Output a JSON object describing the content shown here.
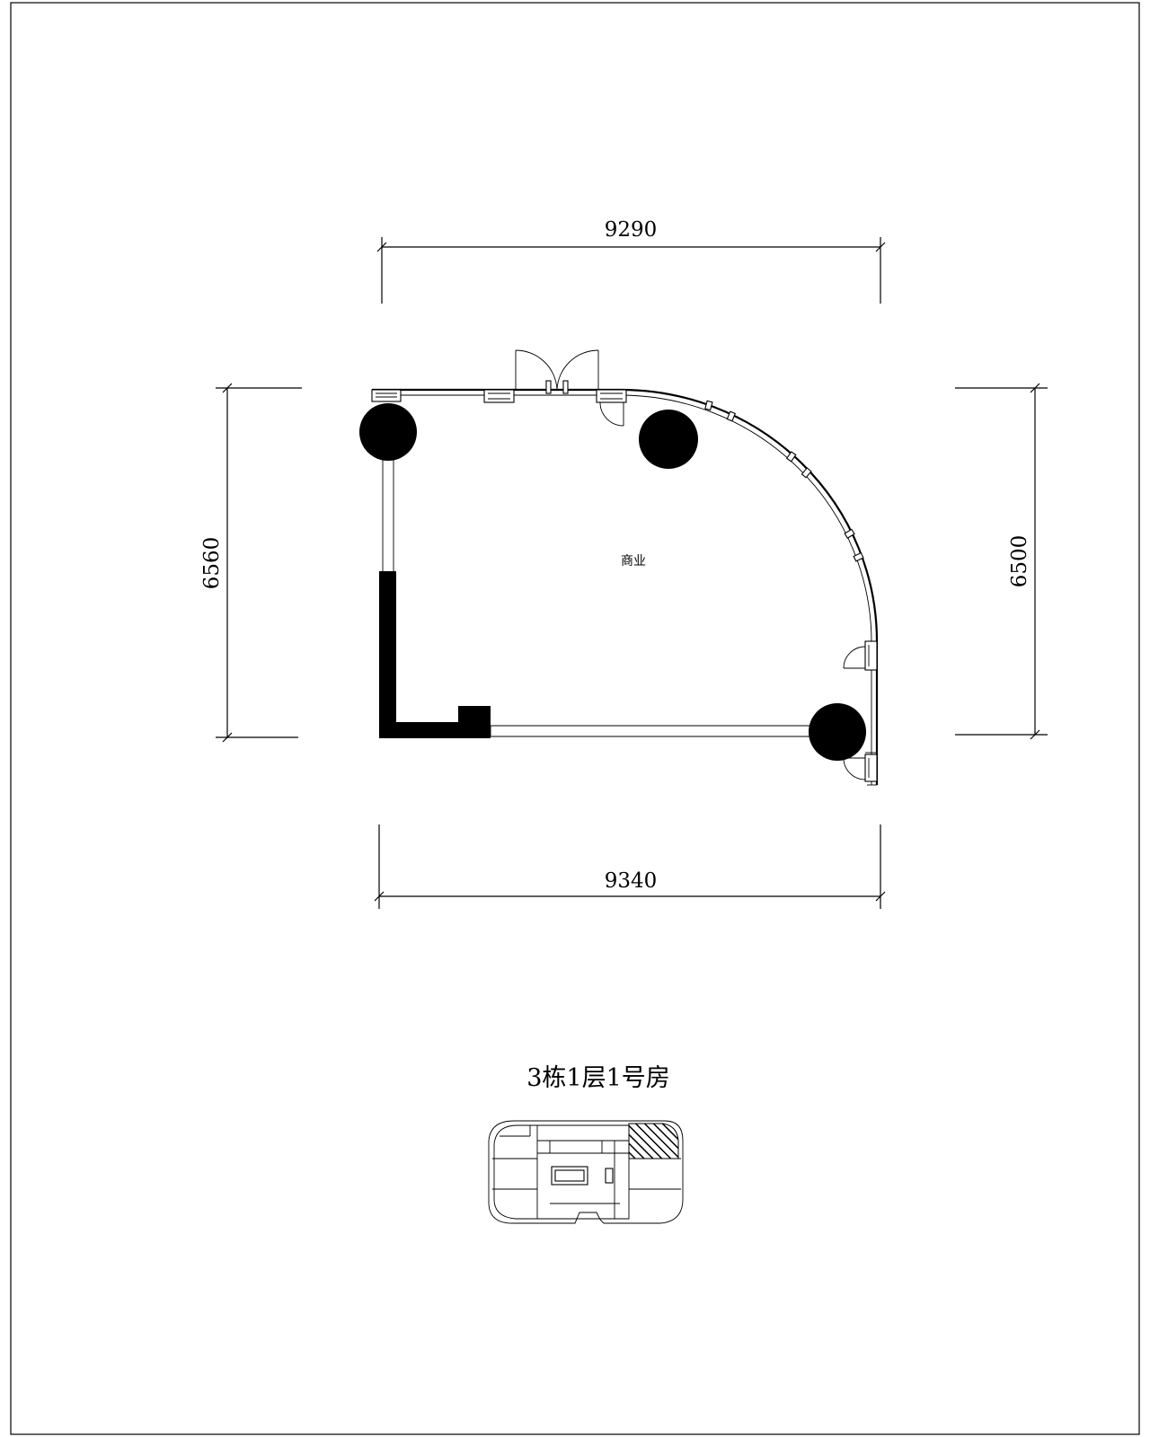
{
  "dimensions": {
    "top": "9290",
    "bottom": "9340",
    "left": "6560",
    "right": "6500"
  },
  "room": {
    "label": "商业"
  },
  "title": "3栋1层1号房"
}
